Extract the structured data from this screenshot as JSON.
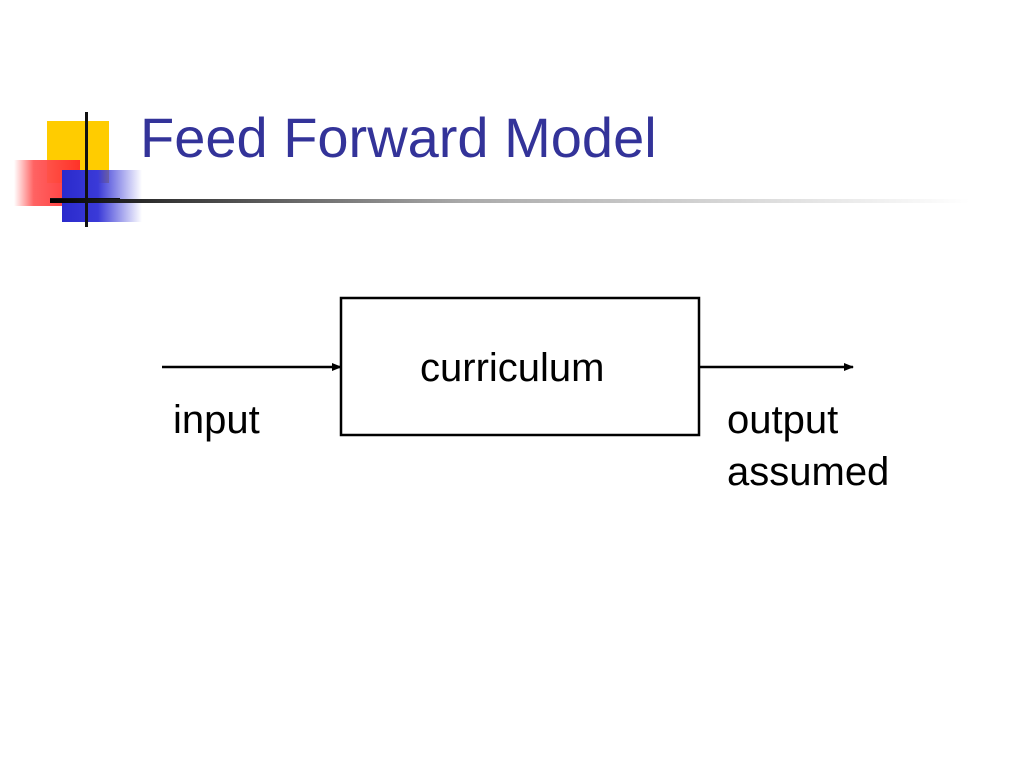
{
  "slide": {
    "title": "Feed Forward Model"
  },
  "diagram": {
    "box_label": "curriculum",
    "input_label": "input",
    "output_label": "output",
    "output_sublabel": "assumed"
  },
  "colors": {
    "title": "#333399",
    "logo_yellow": "#ffcc00",
    "logo_red": "#ff2a2a",
    "logo_blue": "#2a2acc",
    "line": "#000000"
  }
}
